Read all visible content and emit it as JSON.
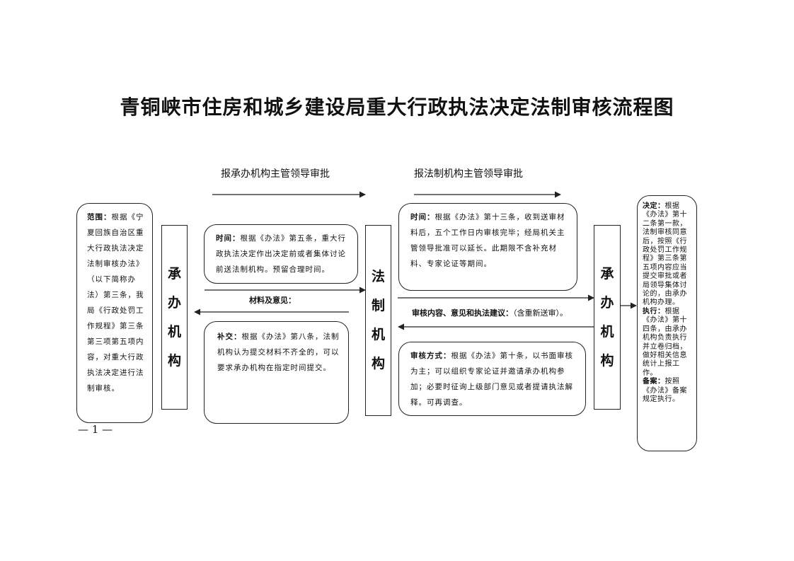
{
  "title": "青铜峡市住房和城乡建设局重大行政执法决定法制审核流程图",
  "top_labels": {
    "left": "报承办机构主管领导审批",
    "right": "报法制机构主管领导审批"
  },
  "scope": {
    "heading": "范围：",
    "body": "根据《宁夏回族自治区重大行政执法决定法制审核办法》（以下简称办法）第三条，我局《行政处罚工作规程》第三条第三项第五项内容，对重大行政执法决定进行法制审核。"
  },
  "nodes": {
    "undertaking_1": "承办机构",
    "legal": "法制机构",
    "undertaking_2": "承办机构"
  },
  "time_1": {
    "heading": "时间：",
    "body": "根据《办法》第五条，重大行政执法决定作出决定前或者集体讨论前送法制机构。预留合理时间。"
  },
  "supplement": {
    "heading": "补交：",
    "body": "根据《办法》第八条，法制机构认为提交材料不齐全的，可以要求承办机构在指定时间提交。"
  },
  "materials_label": "材料及意见：",
  "time_2": {
    "heading": "时间：",
    "body": "根据《办法》第十三条，收到送审材料后，五个工作日内审核完毕；经局机关主管领导批准可以延长。此期限不含补充材料、专家论证等期间。"
  },
  "review_label": {
    "bold": "审核内容、意见和执法建议：",
    "normal": "（含重新送审）。"
  },
  "review_method": {
    "heading": "审核方式：",
    "body": "根据《办法》第十条，以书面审核为主；可以组织专家论证并邀请承办机构参加；必要时征询上级部门意见或者提请执法解释。可再调查。"
  },
  "outcome": {
    "decision_heading": "决定：",
    "decision_body": "根据《办法》第十二条第一款，法制审核同意后，按照《行政处罚工作规程》第三条第五项内容应当提交审批或者局领导集体讨论的，由承办机构办理。",
    "execution_heading": "执行：",
    "execution_body": "根据《办法》第十四条，由承办机构负责执行并立卷归档，做好相关信息统计上报工作。",
    "filing_heading": "备案：",
    "filing_body": "按照《办法》备案规定执行。"
  },
  "page_number": "— 1 —"
}
